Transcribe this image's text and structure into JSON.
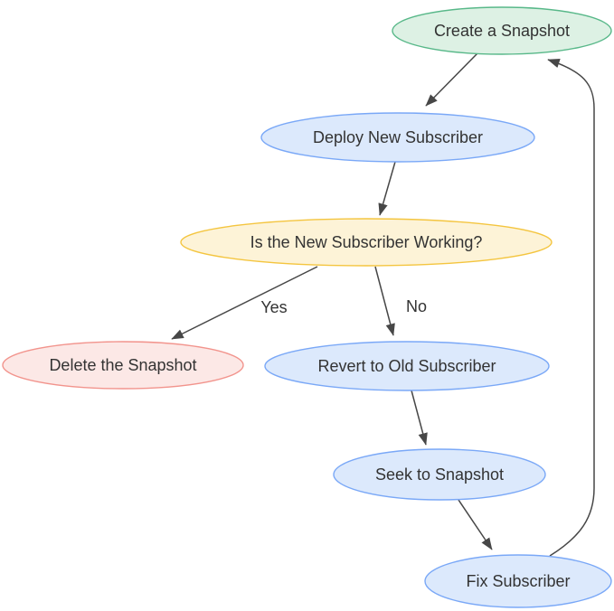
{
  "diagram": {
    "background": "#ffffff",
    "edge_color": "#474747",
    "label_color": "#333333",
    "nodes": [
      {
        "id": "create-a-snapshot",
        "label": "Create a Snapshot",
        "fill": "#ddf1e4",
        "stroke": "#58b889"
      },
      {
        "id": "deploy-new-subscriber",
        "label": "Deploy New Subscriber",
        "fill": "#dce9fc",
        "stroke": "#7aa8f7"
      },
      {
        "id": "is-the-new-subscriber-working",
        "label": "Is the New Subscriber Working?",
        "fill": "#fdf3d7",
        "stroke": "#f4c53f"
      },
      {
        "id": "delete-the-snapshot",
        "label": "Delete the Snapshot",
        "fill": "#fce8e6",
        "stroke": "#f2948d"
      },
      {
        "id": "revert-to-old-subscriber",
        "label": "Revert to Old Subscriber",
        "fill": "#dce9fc",
        "stroke": "#7aa8f7"
      },
      {
        "id": "seek-to-snapshot",
        "label": "Seek to Snapshot",
        "fill": "#dce9fc",
        "stroke": "#7aa8f7"
      },
      {
        "id": "fix-subscriber",
        "label": "Fix Subscriber",
        "fill": "#dce9fc",
        "stroke": "#7aa8f7"
      }
    ],
    "edges": [
      {
        "from": "create-a-snapshot",
        "to": "deploy-new-subscriber",
        "label": ""
      },
      {
        "from": "deploy-new-subscriber",
        "to": "is-the-new-subscriber-working",
        "label": ""
      },
      {
        "from": "is-the-new-subscriber-working",
        "to": "delete-the-snapshot",
        "label": "Yes"
      },
      {
        "from": "is-the-new-subscriber-working",
        "to": "revert-to-old-subscriber",
        "label": "No"
      },
      {
        "from": "revert-to-old-subscriber",
        "to": "seek-to-snapshot",
        "label": ""
      },
      {
        "from": "seek-to-snapshot",
        "to": "fix-subscriber",
        "label": ""
      },
      {
        "from": "fix-subscriber",
        "to": "create-a-snapshot",
        "label": ""
      }
    ]
  }
}
